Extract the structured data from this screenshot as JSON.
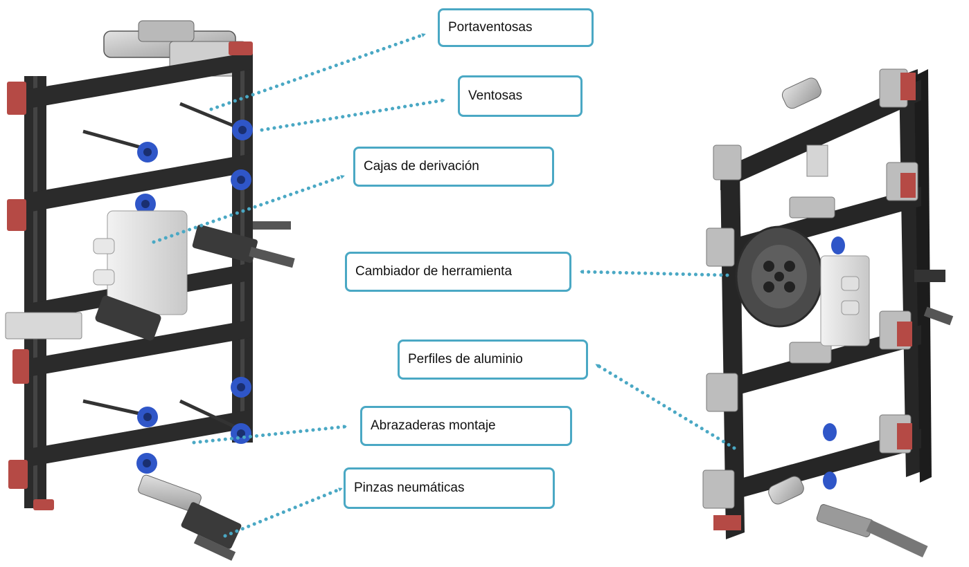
{
  "accent_color": "#4aa8c4",
  "frame_color": "#2b2b2b",
  "clamp_color": "#b54a45",
  "suction_color": "#2f56c8",
  "labels": {
    "portaventosas": "Portaventosas",
    "ventosas": "Ventosas",
    "cajas": "Cajas de derivación",
    "cambiador": "Cambiador de herramienta",
    "perfiles": "Perfiles de aluminio",
    "abrazaderas": "Abrazaderas montaje",
    "pinzas": "Pinzas neumáticas"
  }
}
